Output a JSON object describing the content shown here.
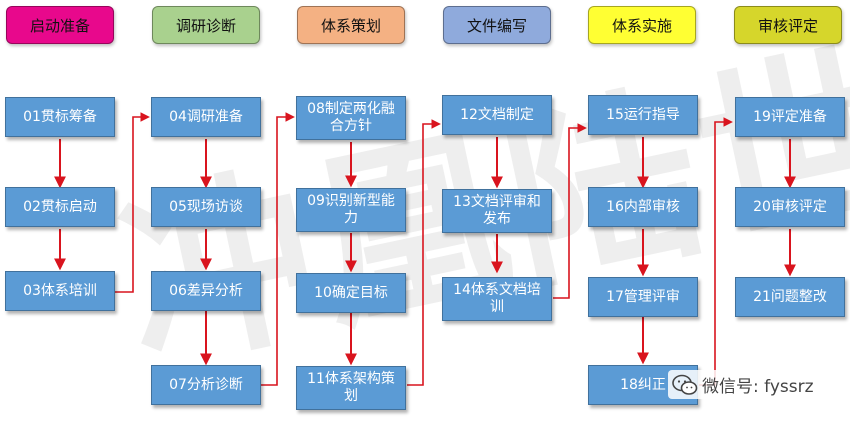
{
  "watermark": "冲凰陆世",
  "phases": [
    {
      "label": "启动准备",
      "color": "#e8088c"
    },
    {
      "label": "调研诊断",
      "color": "#a9d18e"
    },
    {
      "label": "体系策划",
      "color": "#f4b183"
    },
    {
      "label": "文件编写",
      "color": "#8faadc"
    },
    {
      "label": "体系实施",
      "color": "#ffff33"
    },
    {
      "label": "审核评定",
      "color": "#d6d62b"
    }
  ],
  "steps": [
    {
      "id": "01",
      "label": "01贯标筹备"
    },
    {
      "id": "02",
      "label": "02贯标启动"
    },
    {
      "id": "03",
      "label": "03体系培训"
    },
    {
      "id": "04",
      "label": "04调研准备"
    },
    {
      "id": "05",
      "label": "05现场访谈"
    },
    {
      "id": "06",
      "label": "06差异分析"
    },
    {
      "id": "07",
      "label": "07分析诊断"
    },
    {
      "id": "08",
      "label": "08制定两化融合方针"
    },
    {
      "id": "09",
      "label": "09识别新型能力"
    },
    {
      "id": "10",
      "label": "10确定目标"
    },
    {
      "id": "11",
      "label": "11体系架构策划"
    },
    {
      "id": "12",
      "label": "12文档制定"
    },
    {
      "id": "13",
      "label": "13文档评审和发布"
    },
    {
      "id": "14",
      "label": "14体系文档培训"
    },
    {
      "id": "15",
      "label": "15运行指导"
    },
    {
      "id": "16",
      "label": "16内部审核"
    },
    {
      "id": "17",
      "label": "17管理评审"
    },
    {
      "id": "18",
      "label": "18纠正"
    },
    {
      "id": "19",
      "label": "19评定准备"
    },
    {
      "id": "20",
      "label": "20审核评定"
    },
    {
      "id": "21",
      "label": "21问题整改"
    }
  ],
  "wechat": {
    "label": "微信号: fyssrz"
  },
  "colors": {
    "arrow": "#d9141e",
    "connector": "#d9141e",
    "box": "#5b9bd5"
  }
}
